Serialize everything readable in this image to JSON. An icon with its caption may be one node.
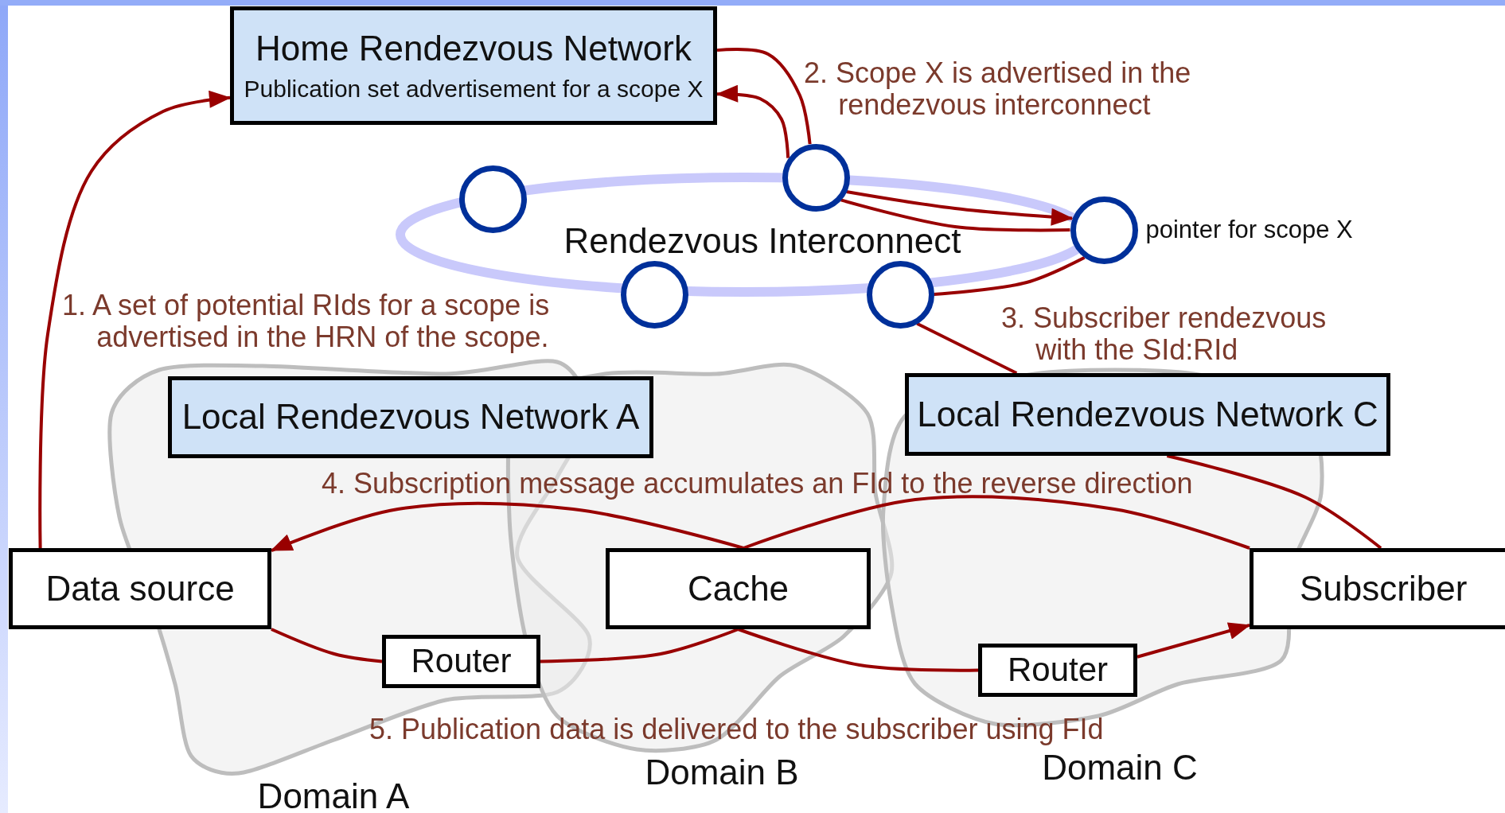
{
  "diagram": {
    "nodes": [
      {
        "text": [
          "Home Rendezvous Network",
          "Publication set advertisement for a scope X"
        ]
      },
      {
        "text": [],
        "shape": "circle"
      },
      {
        "text": [],
        "shape": "circle"
      },
      {
        "text": [],
        "shape": "circle",
        "beside": [
          "pointer for scope X"
        ]
      },
      {
        "text": [],
        "shape": "circle"
      },
      {
        "text": [],
        "shape": "circle"
      },
      {
        "text": [
          "Local Rendezvous Network A"
        ]
      },
      {
        "text": [
          "Local Rendezvous Network C"
        ]
      },
      {
        "text": [
          "Data source"
        ]
      },
      {
        "text": [
          "Cache"
        ]
      },
      {
        "text": [
          "Subscriber"
        ]
      },
      {
        "text": [
          "Router"
        ]
      },
      {
        "text": [
          "Router"
        ]
      }
    ],
    "edges": [
      {
        "from": 8,
        "to": 0,
        "arrow": "to"
      },
      {
        "from": 0,
        "to": 2,
        "arrow": "none"
      },
      {
        "from": 2,
        "to": 0,
        "arrow": "to"
      },
      {
        "from": 2,
        "to": 3,
        "arrow": "to"
      },
      {
        "from": 3,
        "to": 2,
        "arrow": "none"
      },
      {
        "from": 5,
        "to": 3,
        "arrow": "none"
      },
      {
        "from": 5,
        "to": 7,
        "arrow": "none"
      },
      {
        "from": 7,
        "to": 10,
        "arrow": "none"
      },
      {
        "from": 10,
        "to": 9,
        "arrow": "none"
      },
      {
        "from": 9,
        "to": 8,
        "arrow": "to"
      },
      {
        "from": 8,
        "to": 11,
        "arrow": "none"
      },
      {
        "from": 11,
        "to": 9,
        "arrow": "none"
      },
      {
        "from": 9,
        "to": 12,
        "arrow": "none"
      },
      {
        "from": 12,
        "to": 10,
        "arrow": "to"
      }
    ],
    "labels": [
      "2. Scope X is advertised in the rendezvous interconnect",
      "Rendezvous Interconnect",
      "1. A set of potential RIds for a scope is advertised in the HRN of the scope.",
      "3. Subscriber rendezvous with the SId:RId",
      "4. Subscription message accumulates an FId to the reverse direction",
      "5. Publication data is delivered to the subscriber using FId",
      "Domain A",
      "Domain B",
      "Domain C"
    ]
  }
}
